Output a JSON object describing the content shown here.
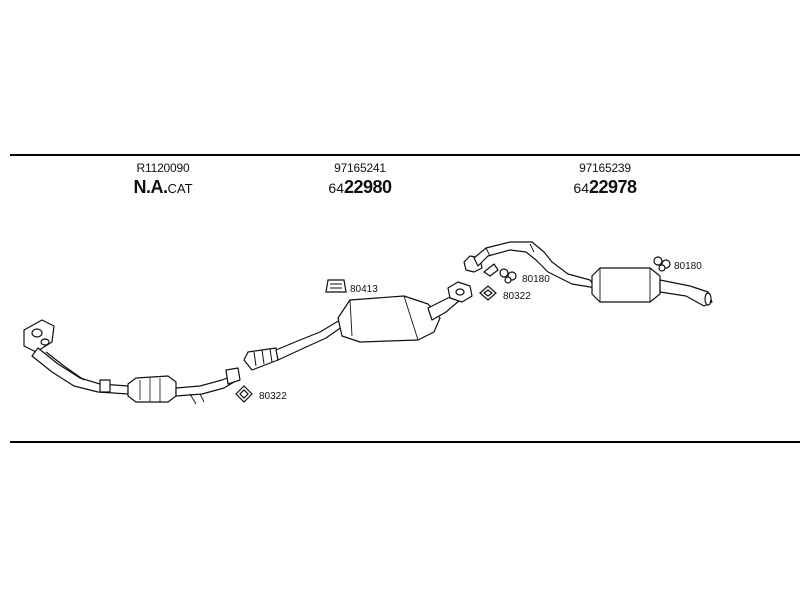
{
  "groups": [
    {
      "code": "R1120090",
      "main_bold": "N.A.",
      "main_small": "CAT"
    },
    {
      "code": "97165241",
      "prefix": "64",
      "main_bold": "22980"
    },
    {
      "code": "97165239",
      "prefix": "64",
      "main_bold": "22978"
    }
  ],
  "callouts": {
    "clamp_front": "80413",
    "gasket_mid": "80322",
    "gasket_front": "80322",
    "hanger_mid": "80180",
    "hanger_rear": "80180"
  }
}
